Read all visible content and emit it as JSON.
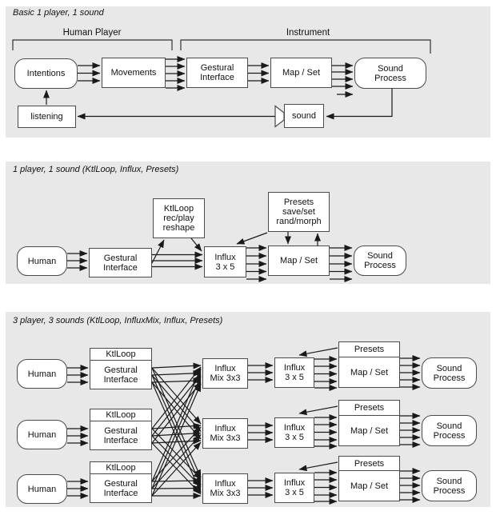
{
  "colors": {
    "panel_bg": "#e8e8e8",
    "box_fill": "#ffffff",
    "box_border": "#4a4a4a",
    "line": "#1a1a1a",
    "text": "#111111"
  },
  "panel1": {
    "title": "Basic 1 player, 1 sound",
    "human_player_label": "Human Player",
    "instrument_label": "Instrument",
    "intentions": "Intentions",
    "movements": "Movements",
    "gestural_line1": "Gestural",
    "gestural_line2": "Interface",
    "map_set": "Map / Set",
    "sound_line1": "Sound",
    "sound_line2": "Process",
    "listening": "listening",
    "sound": "sound"
  },
  "panel2": {
    "title": "1 player, 1 sound (KtlLoop, Influx, Presets)",
    "human": "Human",
    "gestural_line1": "Gestural",
    "gestural_line2": "Interface",
    "ktlloop_line1": "KtlLoop",
    "ktlloop_line2": "rec/play",
    "ktlloop_line3": "reshape",
    "influx_line1": "Influx",
    "influx_line2": "3 x 5",
    "presets_line1": "Presets",
    "presets_line2": "save/set",
    "presets_line3": "rand/morph",
    "map_set": "Map / Set",
    "sound_line1": "Sound",
    "sound_line2": "Process"
  },
  "panel3": {
    "title": "3 player, 3 sounds (KtlLoop, InfluxMix, Influx, Presets)",
    "human": "Human",
    "ktlloop": "KtlLoop",
    "gestural_line1": "Gestural",
    "gestural_line2": "Interface",
    "mix_line1": "Influx",
    "mix_line2": "Mix 3x3",
    "influx_line1": "Influx",
    "influx_line2": "3 x 5",
    "presets": "Presets",
    "map_set": "Map / Set",
    "sound_line1": "Sound",
    "sound_line2": "Process"
  }
}
